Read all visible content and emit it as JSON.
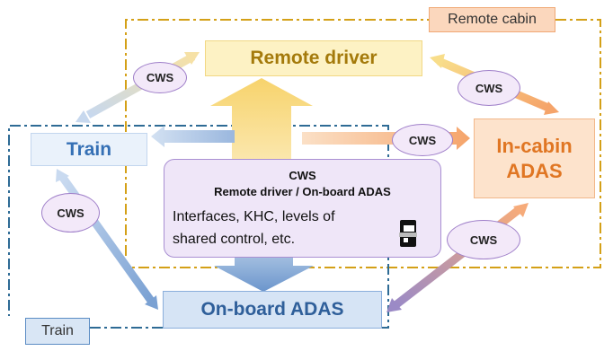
{
  "frames": {
    "remote_cabin": "Remote cabin",
    "train": "Train"
  },
  "boxes": {
    "remote_driver": "Remote driver",
    "train": "Train",
    "in_cabin_adas_line1": "In-cabin",
    "in_cabin_adas_line2": "ADAS",
    "onboard_adas": "On-board ADAS"
  },
  "center": {
    "title": "CWS",
    "subtitle": "Remote driver / On-board ADAS",
    "body_line1": "Interfaces, KHC, levels of",
    "body_line2": "shared control, etc."
  },
  "ovals": {
    "top_left": "CWS",
    "top_right": "CWS",
    "middle_right": "CWS",
    "left": "CWS",
    "bottom_right": "CWS"
  },
  "colors": {
    "remote_frame": "#d4a017",
    "train_frame": "#2e6b95",
    "orange_box": "#fde3cc",
    "yellow_box": "#fdf2c4",
    "blue_box": "#d6e4f5"
  }
}
